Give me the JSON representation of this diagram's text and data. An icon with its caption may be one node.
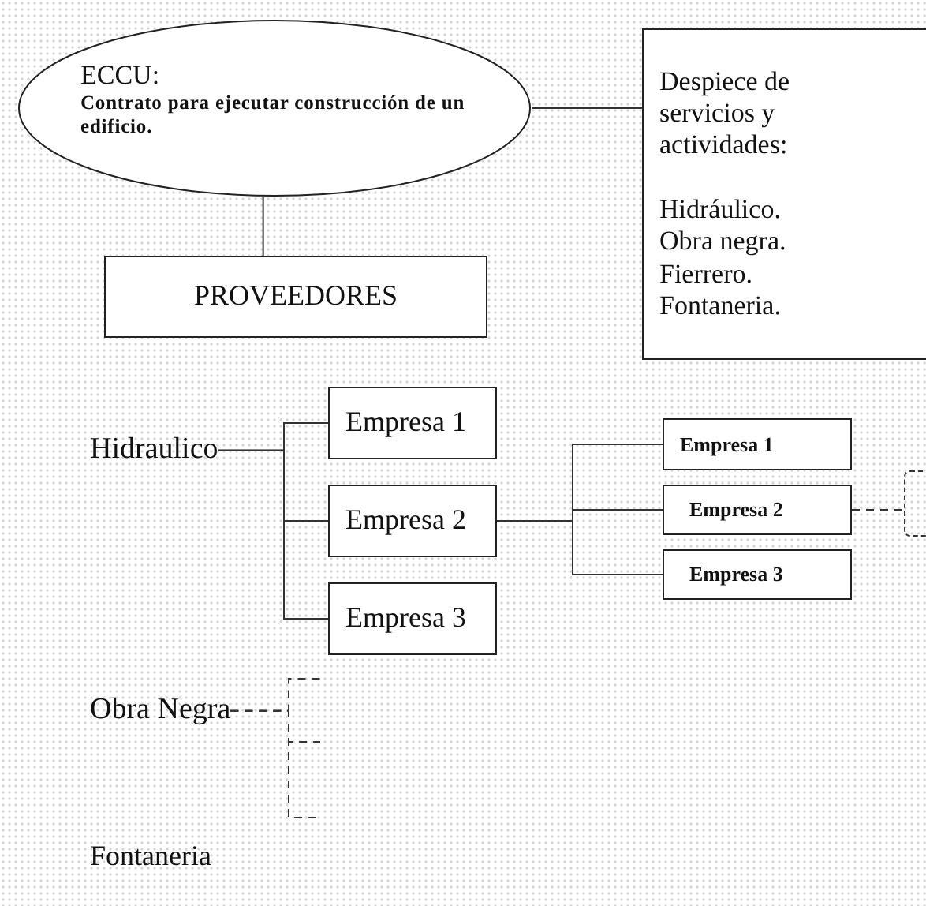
{
  "diagram": {
    "nodes": [
      {
        "text": [
          "ECCU:",
          "Contrato para ejecutar construcción de un edificio."
        ]
      },
      {
        "text": [
          "Despiece de servicios y actividades:",
          "Hidráulico. Obra negra. Fierrero. Fontaneria."
        ]
      },
      {
        "text": [
          "PROVEEDORES"
        ]
      },
      {
        "text": [
          "Hidraulico"
        ]
      },
      {
        "text": [
          "Empresa 1"
        ]
      },
      {
        "text": [
          "Empresa 2"
        ]
      },
      {
        "text": [
          "Empresa 3"
        ]
      },
      {
        "text": [
          "Empresa 1"
        ]
      },
      {
        "text": [
          "Empresa 2"
        ]
      },
      {
        "text": [
          "Empresa 3"
        ]
      },
      {
        "text": [],
        "shape": "box"
      },
      {
        "text": [
          "Obra Negra"
        ]
      }
    ],
    "edges": [
      {
        "from": 0,
        "to": 1,
        "arrow": "none"
      },
      {
        "from": 0,
        "to": 2,
        "arrow": "none"
      },
      {
        "from": 3,
        "to": 4,
        "arrow": "none"
      },
      {
        "from": 3,
        "to": 5,
        "arrow": "none"
      },
      {
        "from": 3,
        "to": 6,
        "arrow": "none"
      },
      {
        "from": 5,
        "to": 7,
        "arrow": "none"
      },
      {
        "from": 5,
        "to": 8,
        "arrow": "none"
      },
      {
        "from": 5,
        "to": 9,
        "arrow": "none"
      },
      {
        "from": 8,
        "to": 10,
        "arrow": "none",
        "style": "dashed"
      },
      {
        "from": 11,
        "to": null,
        "arrow": "none",
        "style": "dashed"
      },
      {
        "from": 11,
        "to": null,
        "arrow": "none",
        "style": "dashed"
      },
      {
        "from": 11,
        "to": null,
        "arrow": "none",
        "style": "dashed"
      }
    ],
    "labels": [
      "Fontaneria"
    ]
  }
}
